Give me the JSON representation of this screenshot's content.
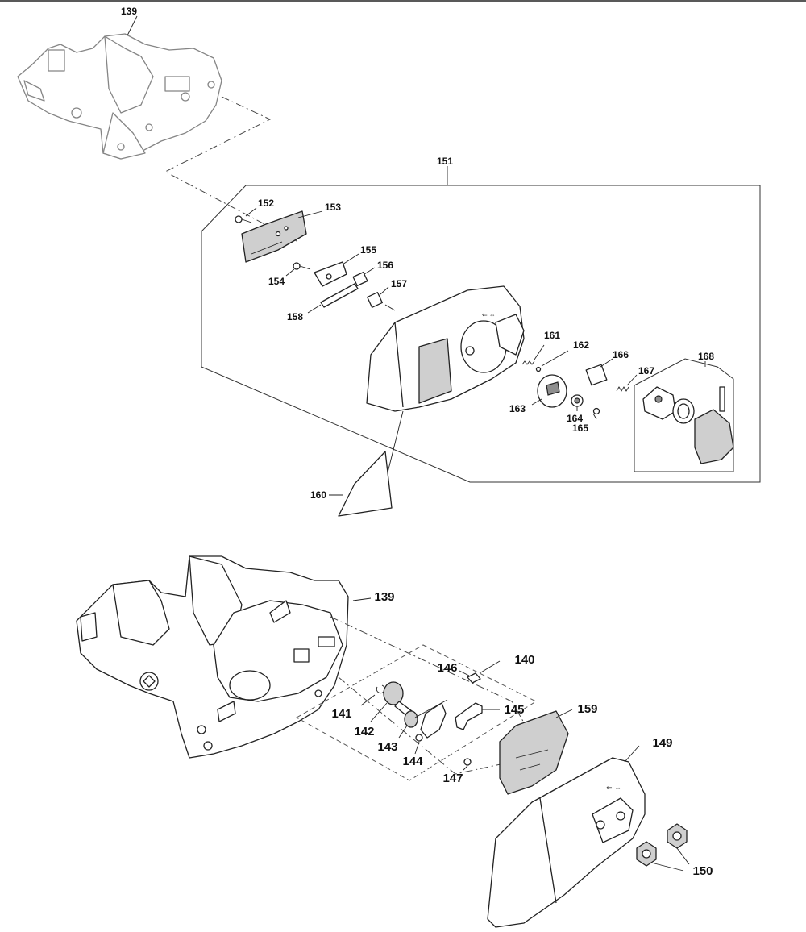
{
  "colors": {
    "line": "#222222",
    "fill_grey": "#cfcfcf",
    "dark": "#8e8e8e"
  },
  "labels": {
    "p139_top": "139",
    "p151": "151",
    "p152": "152",
    "p153": "153",
    "p154": "154",
    "p155": "155",
    "p156": "156",
    "p157": "157",
    "p158": "158",
    "p160": "160",
    "p161": "161",
    "p162": "162",
    "p163": "163",
    "p164": "164",
    "p165": "165",
    "p166": "166",
    "p167": "167",
    "p168": "168",
    "p139_bottom": "139",
    "p140": "140",
    "p141": "141",
    "p142": "142",
    "p143": "143",
    "p144": "144",
    "p145": "145",
    "p146": "146",
    "p147": "147",
    "p149": "149",
    "p150": "150",
    "p159": "159"
  }
}
